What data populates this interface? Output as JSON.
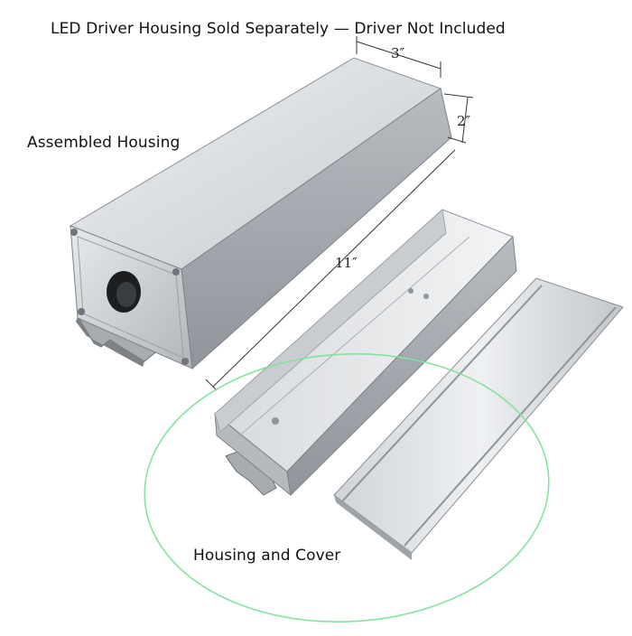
{
  "title": "LED Driver Housing Sold Separately — Driver Not Included",
  "labels": {
    "assembled": "Assembled Housing",
    "housing_cover": "Housing and Cover"
  },
  "dimensions": {
    "width": "3″",
    "height": "2″",
    "length": "11″"
  },
  "colors": {
    "highlight_ellipse": "#7ee29a",
    "aluminum": "#c9cdd1"
  }
}
